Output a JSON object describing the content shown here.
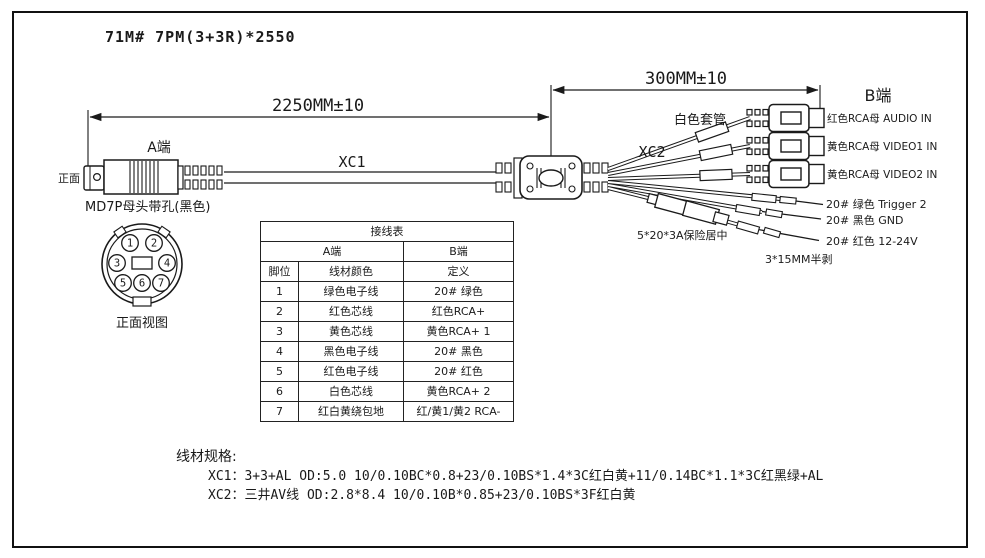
{
  "title": "71M#  7PM(3+3R)*2550",
  "dimensions": {
    "xc1_length": "2250MM±10",
    "xc2_length": "300MM±10"
  },
  "cable": {
    "xc1_label": "XC1",
    "xc2_label": "XC2"
  },
  "a_end": {
    "label": "A端",
    "front_label": "正面",
    "connector_label": "MD7P母头带孔(黑色)",
    "front_view_label": "正面视图",
    "pins": [
      "1",
      "2",
      "3",
      "4",
      "5",
      "6",
      "7"
    ]
  },
  "b_end": {
    "label": "B端",
    "sleeve_label": "白色套管",
    "rca_connectors": [
      {
        "label": "红色RCA母  AUDIO IN"
      },
      {
        "label": "黄色RCA母  VIDEO1 IN"
      },
      {
        "label": "黄色RCA母  VIDEO2 IN"
      }
    ],
    "loose_wires": [
      {
        "label": "20# 绿色 Trigger 2"
      },
      {
        "label": "20# 黑色 GND"
      },
      {
        "label": "20# 红色 12-24V"
      }
    ],
    "fuse_label": "5*20*3A保险居中",
    "strip_label": "3*15MM半剥"
  },
  "wiring_table": {
    "title": "接线表",
    "a_end_header": "A端",
    "b_end_header": "B端",
    "col_headers": [
      "脚位",
      "线材颜色",
      "定义"
    ],
    "rows": [
      [
        "1",
        "绿色电子线",
        "20# 绿色"
      ],
      [
        "2",
        "红色芯线",
        "红色RCA+"
      ],
      [
        "3",
        "黄色芯线",
        "黄色RCA+ 1"
      ],
      [
        "4",
        "黑色电子线",
        "20# 黑色"
      ],
      [
        "5",
        "红色电子线",
        "20# 红色"
      ],
      [
        "6",
        "白色芯线",
        "黄色RCA+ 2"
      ],
      [
        "7",
        "红白黄绕包地",
        "红/黄1/黄2 RCA-"
      ]
    ]
  },
  "specs": {
    "heading": "线材规格:",
    "lines": [
      "XC1：3+3+AL OD:5.0 10/0.10BC*0.8+23/0.10BS*1.4*3C红白黄+11/0.14BC*1.1*3C红黑绿+AL",
      "XC2：三井AV线 OD:2.8*8.4 10/0.10B*0.85+23/0.10BS*3F红白黄"
    ]
  },
  "colors": {
    "line": "#1a1a1a",
    "background": "#ffffff"
  }
}
